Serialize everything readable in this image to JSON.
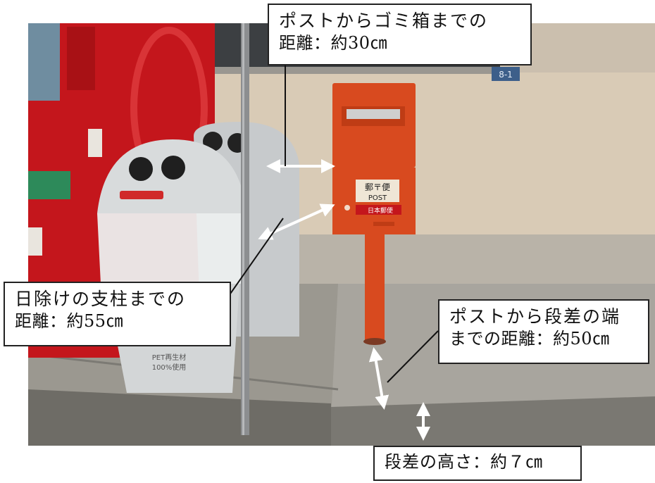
{
  "callouts": {
    "trash": {
      "line1": "ポストからゴミ箱までの",
      "line2": "距離：約30㎝"
    },
    "pole": {
      "line1": "日除けの支柱までの",
      "line2": "距離：約55㎝"
    },
    "step": {
      "line1": "ポストから段差の端",
      "line2": "までの距離：約50㎝"
    },
    "height": {
      "line1": "段差の高さ：約７㎝"
    }
  },
  "photo_text": {
    "mailbox_label": "郵〒便",
    "mailbox_post": "POST",
    "mailbox_brand": "日本郵便",
    "address_plate": "8-1",
    "bin_label_1": "PET再生材",
    "bin_label_2": "100%使用"
  },
  "colors": {
    "mailbox_red": "#d84a1f",
    "vending_red": "#c4161c",
    "wall": "#d9cbb6",
    "bin_gray": "#d8dbdc",
    "pavement": "#8f8d87",
    "arrow": "#ffffff"
  }
}
